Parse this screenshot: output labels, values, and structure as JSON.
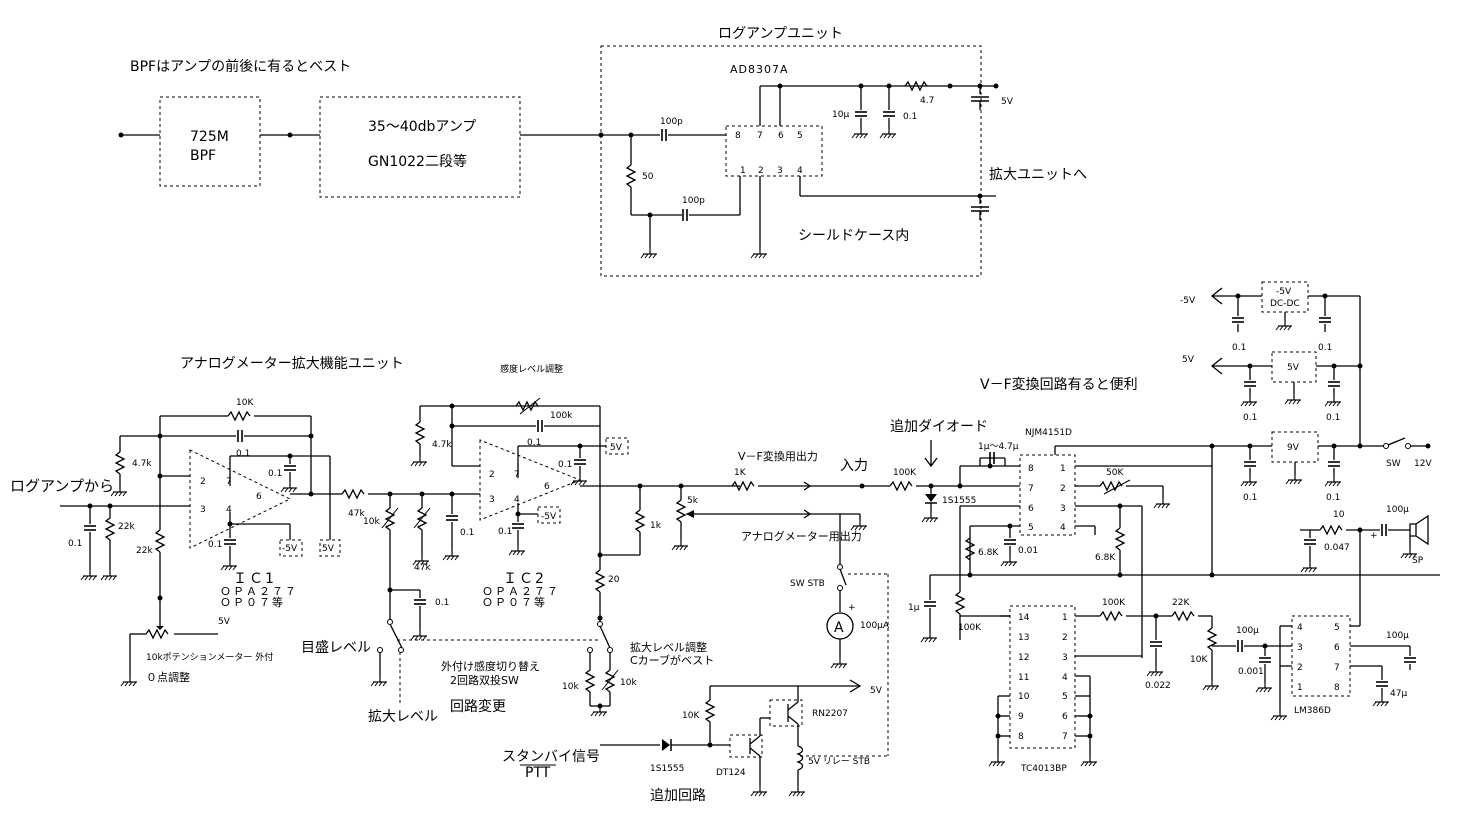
{
  "labels": {
    "bpf_note": "BPFはアンプの前後に有るとベスト",
    "bpf_block_1": "725M",
    "bpf_block_2": "BPF",
    "amp_block_1": "35～40dbアンプ",
    "amp_block_2": "GN1022二段等",
    "log_unit_title": "ログアンプユニット",
    "log_ic": "AD8307A",
    "shield": "シールドケース内",
    "to_expand": "拡大ユニットへ",
    "v5_top": "5V",
    "c_100p_1": "100p",
    "c_100p_2": "100p",
    "r_50": "50",
    "c_10u": "10μ",
    "c_01_top": "0.1",
    "r_47_top": "4.7",
    "ad_pin8": "8",
    "ad_pin7": "7",
    "ad_pin6": "6",
    "ad_pin5": "5",
    "ad_pin1": "1",
    "ad_pin2": "2",
    "ad_pin3": "3",
    "ad_pin4": "4",
    "analog_title": "アナログメーター拡大機能ユニット",
    "from_log": "ログアンプから",
    "sens_adj": "感度レベル調整",
    "vf_out": "V－F変換用出力",
    "input": "入力",
    "add_diode": "追加ダイオード",
    "vf_note": "V－F変換回路有ると便利",
    "meter_out": "アナログメーター用出力",
    "r_10k_top": "10K",
    "r_47k_a": "4.7k",
    "c_01_a": "0.1",
    "c_01_b": "0.1",
    "c_01_c": "0.1",
    "c_01_d": "0.1",
    "r_22k_a": "22k",
    "r_22k_b": "22k",
    "ic1_p2": "2",
    "ic1_p7": "7",
    "ic1_p6": "6",
    "ic1_p3": "3",
    "ic1_p4": "4",
    "m5v_1": "-5V",
    "p5v_1": "5V",
    "ic1_name": "ＩＣ1",
    "ic1_part1": "ＯＰＡ２７７",
    "ic1_part2": "ＯＰ０７等",
    "r_47k_b": "47k",
    "r_10k_b": "10k",
    "r_47k_c": "47k",
    "c_01_e": "0.1",
    "r_47k_d": "4.7k",
    "r_100k_top": "100k",
    "c_01_f": "0.1",
    "ic2_p2": "2",
    "ic2_p7": "7",
    "ic2_p6": "6",
    "ic2_p3": "3",
    "ic2_p4": "4",
    "c_01_g": "0.1",
    "c_01_h": "0.1",
    "m5v_2": "-5V",
    "p5v_2": "5V",
    "ic2_name": "ＩＣ2",
    "ic2_part1": "ＯＰＡ２７７",
    "ic2_part2": "ＯＰ０７等",
    "r_1k_a": "1k",
    "r_20": "20",
    "r_5k": "5k",
    "r_1k_b": "1K",
    "r_100k_b": "100K",
    "d_1s1555_a": "1S1555",
    "pot_label": "10kポテンションメーター 外付",
    "zero_adj": "０点調整",
    "v5_pot": "5V",
    "c_01_i": "0.1",
    "scale_level": "目盛レベル",
    "expand_level": "拡大レベル",
    "circuit_change": "回路変更",
    "ext_switch_1": "外付け感度切り替え",
    "ext_switch_2": "2回路双投SW",
    "exp_adj_1": "拡大レベル調整",
    "exp_adj_2": "Cカーブがベスト",
    "r_10k_c": "10k",
    "r_10k_d": "10k",
    "sw_stb": "SW STB",
    "meter_a": "A",
    "meter_100ua": "100μA",
    "v5_relay": "5V",
    "r_10k_e": "10K",
    "rn2207": "RN2207",
    "dt124": "DT124",
    "relay": "5V リレー STB",
    "standby_1": "スタンバイ信号",
    "standby_2": "PTT",
    "d_1s1555_b": "1S1555",
    "add_circuit": "追加回路",
    "njm": "NJM4151D",
    "c_1u47": "1μ～4.7μ",
    "njm_p8": "8",
    "njm_p7": "7",
    "njm_p6": "6",
    "njm_p5": "5",
    "njm_p1": "1",
    "njm_p2": "2",
    "njm_p3": "3",
    "njm_p4": "4",
    "r_50k": "50K",
    "r_68k_a": "6.8K",
    "r_68k_b": "6.8K",
    "c_001_a": "0.01",
    "c_1u": "1μ",
    "r_100k_c": "100K",
    "r_100k_d": "100K",
    "r_22k_c": "22K",
    "r_10k_f": "10K",
    "c_0022": "0.022",
    "c_100u_a": "100μ",
    "c_0001": "0.001",
    "tc_p14": "14",
    "tc_p13": "13",
    "tc_p12": "12",
    "tc_p11": "11",
    "tc_p10": "10",
    "tc_p9": "9",
    "tc_p8": "8",
    "tc_p1": "1",
    "tc_p2": "2",
    "tc_p3": "3",
    "tc_p4": "4",
    "tc_p5": "5",
    "tc_p6": "6",
    "tc_p7": "7",
    "tc_name": "TC4013BP",
    "lm_p4": "4",
    "lm_p3": "3",
    "lm_p2": "2",
    "lm_p1": "1",
    "lm_p5": "5",
    "lm_p6": "6",
    "lm_p7": "7",
    "lm_p8": "8",
    "lm_name": "LM386D",
    "c_100u_b": "100μ",
    "c_47u": "47μ",
    "r_10": "10",
    "c_100u_c": "100μ",
    "c_0047": "0.047",
    "sp": "SP",
    "m5v_out": "-5V",
    "dcdc_1": "-5V",
    "dcdc_2": "DC-DC",
    "c_01_j": "0.1",
    "c_01_k": "0.1",
    "v5_out": "5V",
    "reg5v": "5V",
    "c_01_l": "0.1",
    "c_01_m": "0.1",
    "reg9v": "9V",
    "c_01_n": "0.1",
    "c_01_o": "0.1",
    "sw": "SW",
    "v12": "12V"
  }
}
